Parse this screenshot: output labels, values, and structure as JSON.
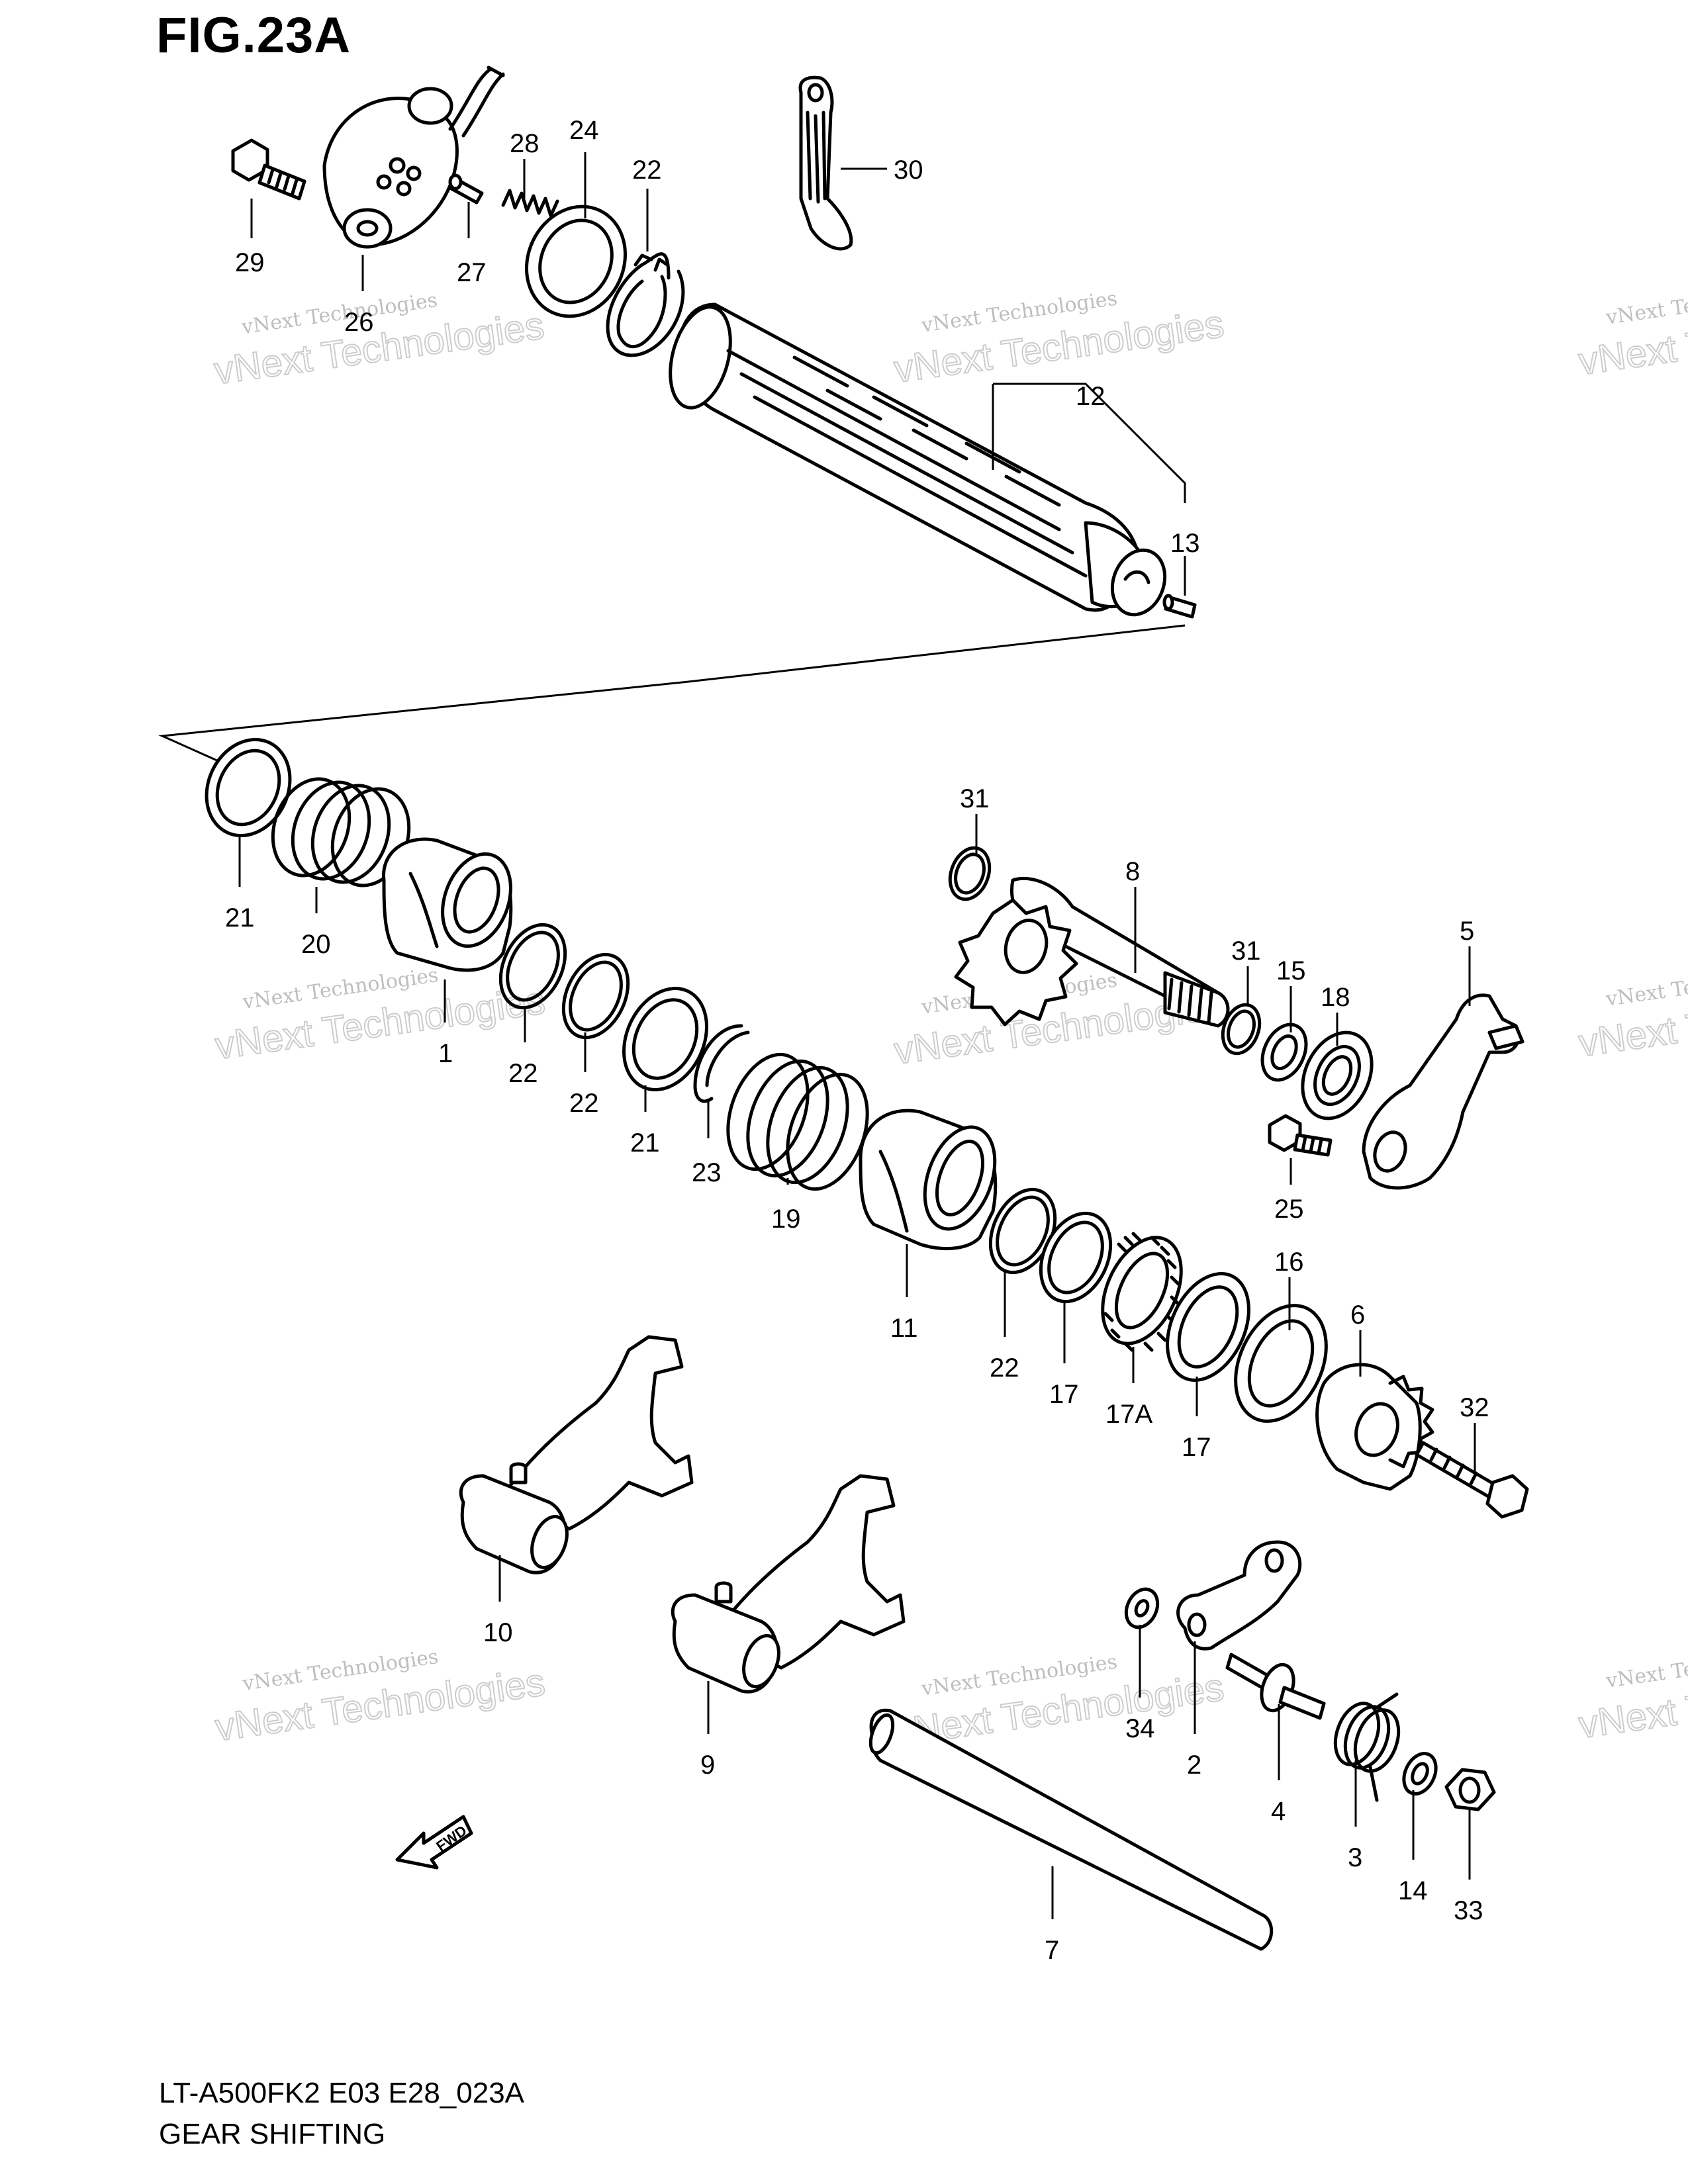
{
  "figure": {
    "title": "FIG.23A",
    "model_code": "LT-A500FK2 E03 E28_023A",
    "caption": "GEAR SHIFTING"
  },
  "watermark": {
    "line1": "vNext Technologies",
    "line2": "vNext Technologies"
  },
  "fwd_arrow": {
    "label": "FWD"
  },
  "callouts": [
    {
      "id": "c29",
      "text": "29"
    },
    {
      "id": "c26",
      "text": "26"
    },
    {
      "id": "c27",
      "text": "27"
    },
    {
      "id": "c28",
      "text": "28"
    },
    {
      "id": "c24",
      "text": "24"
    },
    {
      "id": "c22a",
      "text": "22"
    },
    {
      "id": "c30",
      "text": "30"
    },
    {
      "id": "c12",
      "text": "12"
    },
    {
      "id": "c13",
      "text": "13"
    },
    {
      "id": "c21a",
      "text": "21"
    },
    {
      "id": "c20",
      "text": "20"
    },
    {
      "id": "c1",
      "text": "1"
    },
    {
      "id": "c22b",
      "text": "22"
    },
    {
      "id": "c22c",
      "text": "22"
    },
    {
      "id": "c21b",
      "text": "21"
    },
    {
      "id": "c23",
      "text": "23"
    },
    {
      "id": "c19",
      "text": "19"
    },
    {
      "id": "c11",
      "text": "11"
    },
    {
      "id": "c22d",
      "text": "22"
    },
    {
      "id": "c17a",
      "text": "17"
    },
    {
      "id": "c17A",
      "text": "17A"
    },
    {
      "id": "c17b",
      "text": "17"
    },
    {
      "id": "c16",
      "text": "16"
    },
    {
      "id": "c6",
      "text": "6"
    },
    {
      "id": "c32",
      "text": "32"
    },
    {
      "id": "c31a",
      "text": "31"
    },
    {
      "id": "c8",
      "text": "8"
    },
    {
      "id": "c31b",
      "text": "31"
    },
    {
      "id": "c15",
      "text": "15"
    },
    {
      "id": "c18",
      "text": "18"
    },
    {
      "id": "c5",
      "text": "5"
    },
    {
      "id": "c25",
      "text": "25"
    },
    {
      "id": "c10",
      "text": "10"
    },
    {
      "id": "c9",
      "text": "9"
    },
    {
      "id": "c34",
      "text": "34"
    },
    {
      "id": "c2",
      "text": "2"
    },
    {
      "id": "c4",
      "text": "4"
    },
    {
      "id": "c3",
      "text": "3"
    },
    {
      "id": "c14",
      "text": "14"
    },
    {
      "id": "c33",
      "text": "33"
    },
    {
      "id": "c7",
      "text": "7"
    }
  ]
}
